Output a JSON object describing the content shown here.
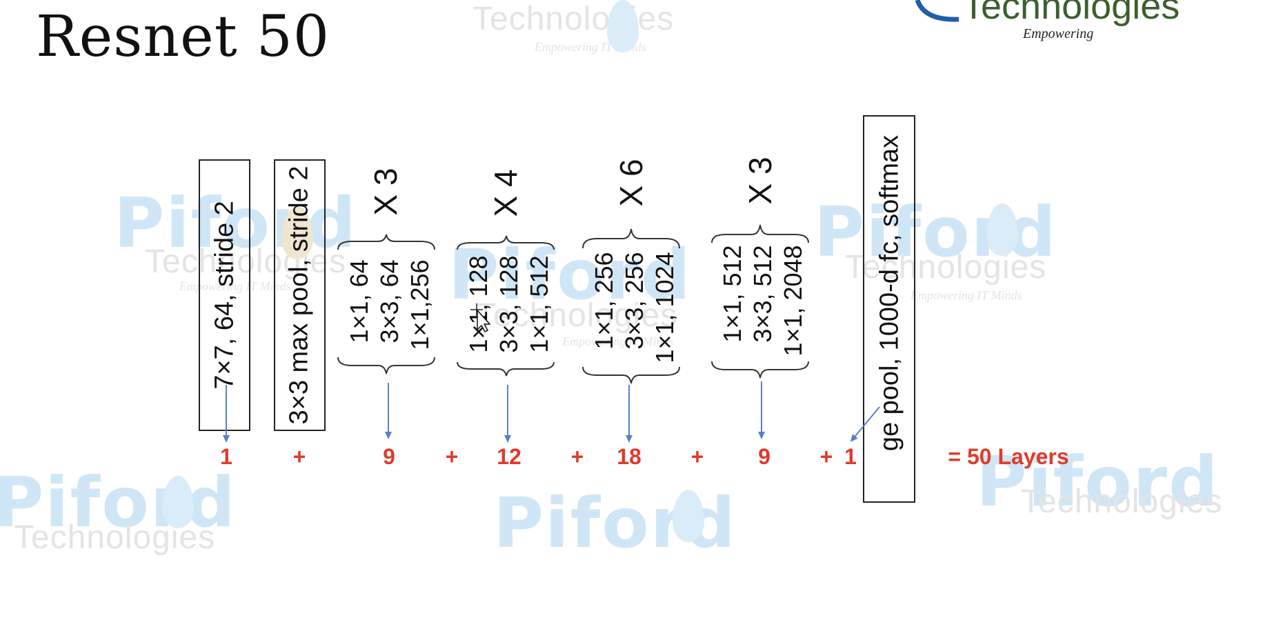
{
  "title": "Resnet 50",
  "layers": {
    "conv1": "7×7, 64, stride 2",
    "maxpool": "3×3 max pool, stride 2",
    "avgpool": "ge pool, 1000-d fc, softmax"
  },
  "blocks": [
    {
      "lines": [
        "1×1, 64",
        "3×3, 64",
        "1×1,256"
      ],
      "repeat": "X 3"
    },
    {
      "lines": [
        "1×1, 128",
        "3×3, 128",
        "1×1, 512"
      ],
      "repeat": "X 4"
    },
    {
      "lines": [
        "1×1, 256",
        "3×3, 256",
        "1×1, 1024"
      ],
      "repeat": "X 6"
    },
    {
      "lines": [
        "1×1, 512",
        "3×3, 512",
        "1×1, 2048"
      ],
      "repeat": "X 3"
    }
  ],
  "equation": {
    "terms": [
      "1",
      "+",
      "9",
      "+",
      "12",
      "+",
      "18",
      "+",
      "9",
      "+",
      "1"
    ],
    "result": "= 50 Layers"
  },
  "watermark": {
    "brand": "Piford",
    "name": "Technologies",
    "tagline": "Empowering IT Minds"
  },
  "logo": {
    "name": "Technologies",
    "tagline": "Empowering"
  },
  "colors": {
    "count": "#e03a2a",
    "arrow": "#5b7fc4",
    "watermark_brand": "#cfe6f6"
  }
}
